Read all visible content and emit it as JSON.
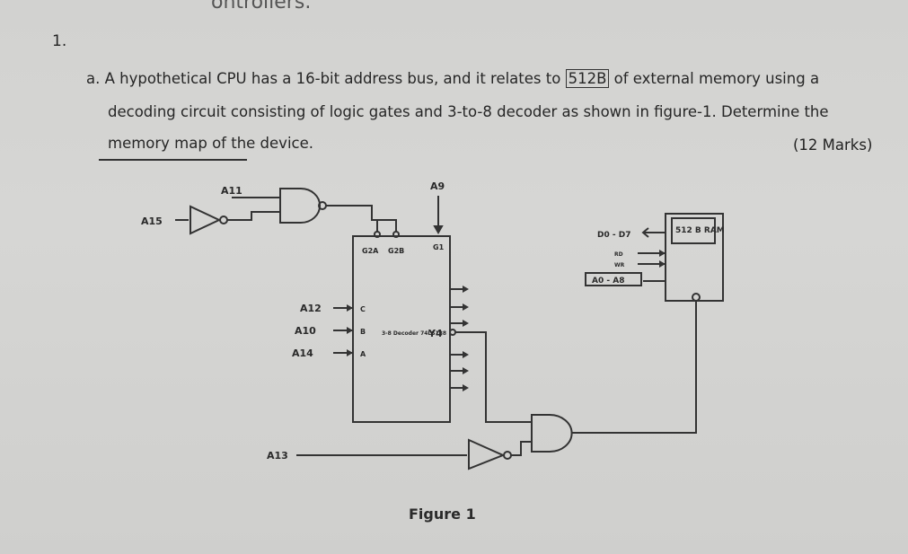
{
  "question": {
    "number": "1.",
    "part_label": "a.",
    "text_before_box": "A hypothetical CPU has a 16-bit address bus, and it relates to",
    "boxed_text": "512B",
    "text_after_box": "of external memory using a",
    "line2": "decoding circuit consisting of logic gates and 3-to-8 decoder as shown in figure-1. Determine the",
    "line3": "memory map of the device.",
    "marks": "(12 Marks)"
  },
  "diagram": {
    "inputs": {
      "a15": "A15",
      "a11": "A11",
      "a9": "A9",
      "a12": "A12",
      "a10": "A10",
      "a14": "A14",
      "a13": "A13"
    },
    "decoder": {
      "g2a": "G2A",
      "g2b": "G2B",
      "g1": "G1",
      "c": "C",
      "b": "B",
      "a": "A",
      "name": "3-8 Decoder 74LS138",
      "output_y4": "Y4"
    },
    "ram": {
      "title": "512 B RAM",
      "data_bus": "D0 - D7",
      "addr_bus": "A0 - A8",
      "rd": "RD",
      "wr": "WR"
    },
    "figure_caption": "Figure 1"
  }
}
